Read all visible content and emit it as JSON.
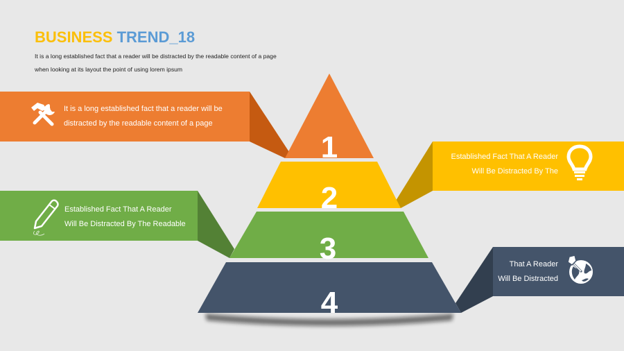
{
  "header": {
    "title_part1": "BUSINESS",
    "title_part2": "TREND_18",
    "subtitle_line1": "It is a long established fact that a reader will be distracted by the readable content of a page",
    "subtitle_line2": "when looking at its layout the point of using lorem ipsum"
  },
  "colors": {
    "background": "#e8e8e8",
    "title_accent_1": "#fbbf0a",
    "title_accent_2": "#5b9bd5",
    "level1": "#ed7d31",
    "level1_fold": "#c55a11",
    "level2": "#ffc000",
    "level2_fold": "#c49400",
    "level3": "#70ad47",
    "level3_fold": "#538135",
    "level4": "#44546a",
    "level4_fold": "#323f4f"
  },
  "pyramid": {
    "levels": [
      {
        "number": "1",
        "icon": "tools-icon",
        "side": "left",
        "text_line1": "It is a long established fact that a reader will be",
        "text_line2": "distracted by the readable content of a page"
      },
      {
        "number": "2",
        "icon": "lightbulb-icon",
        "side": "right",
        "text_line1": "Established Fact That A Reader",
        "text_line2": "Will Be Distracted By The"
      },
      {
        "number": "3",
        "icon": "pencil-icon",
        "side": "left",
        "text_line1": "Established Fact That A Reader",
        "text_line2": "Will Be Distracted By The Readable"
      },
      {
        "number": "4",
        "icon": "globe-pin-icon",
        "side": "right",
        "text_line1": "That A Reader",
        "text_line2": "Will Be Distracted"
      }
    ]
  }
}
